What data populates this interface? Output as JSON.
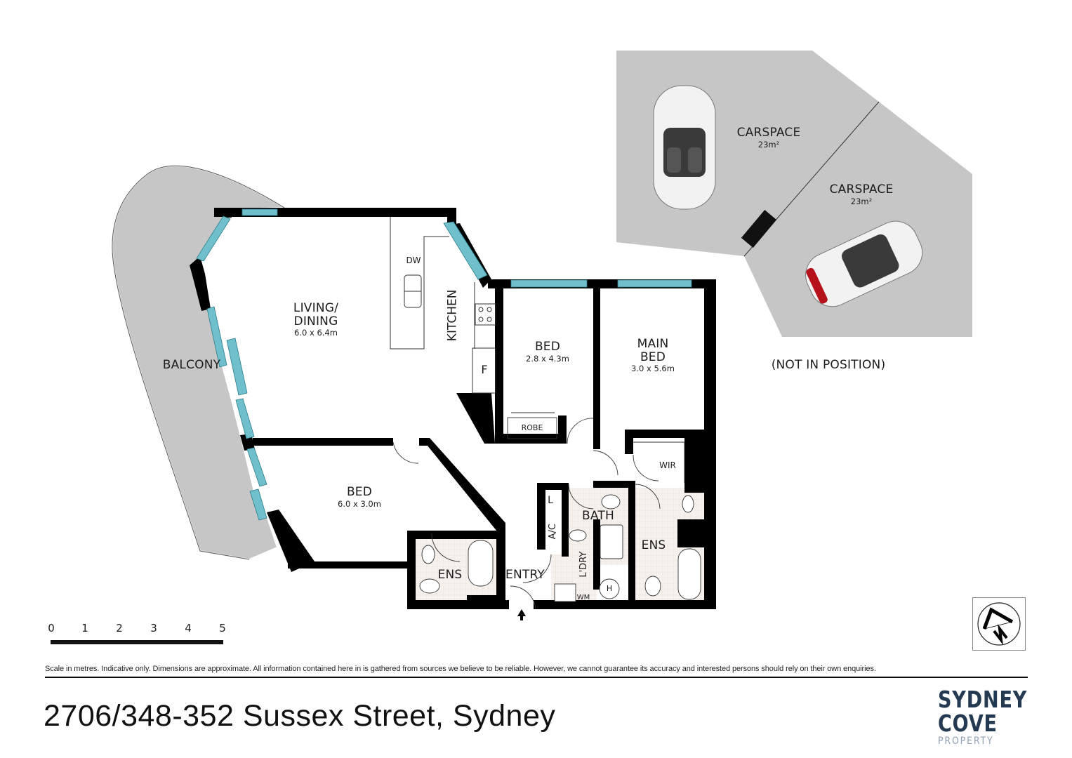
{
  "property": {
    "address": "2706/348-352 Sussex Street, Sydney"
  },
  "rooms": {
    "balcony": {
      "name": "BALCONY"
    },
    "living": {
      "name_line1": "LIVING/",
      "name_line2": "DINING",
      "dims": "6.0 x 6.4m"
    },
    "kitchen": {
      "name": "KITCHEN",
      "dishwasher": "DW",
      "fridge": "F"
    },
    "bed2": {
      "name": "BED",
      "dims": "2.8 x 4.3m",
      "robe": "ROBE"
    },
    "main_bed": {
      "name_line1": "MAIN",
      "name_line2": "BED",
      "dims": "3.0 x 5.6m",
      "wir": "WIR"
    },
    "bed3": {
      "name": "BED",
      "dims": "6.0 x 3.0m"
    },
    "ens_left": {
      "name": "ENS"
    },
    "ens_right": {
      "name": "ENS"
    },
    "bath": {
      "name": "BATH"
    },
    "laundry": {
      "name": "L'DRY",
      "washing_machine": "WM",
      "hot_water": "H"
    },
    "linen": {
      "name": "L"
    },
    "ac": {
      "name": "A/C"
    },
    "entry": {
      "name": "ENTRY"
    }
  },
  "carspaces": [
    {
      "name": "CARSPACE",
      "area": "23m²"
    },
    {
      "name": "CARSPACE",
      "area": "23m²"
    }
  ],
  "carspace_note": "(NOT IN POSITION)",
  "scale": {
    "unit": "metres",
    "ticks": [
      "0",
      "1",
      "2",
      "3",
      "4",
      "5"
    ]
  },
  "compass": {
    "icon": "north-arrow-icon"
  },
  "disclaimer": "Scale in metres. Indicative only. Dimensions are approximate. All information contained here in is gathered from sources we believe to be reliable. However, we cannot guarantee its accuracy and interested persons should rely on their own enquiries.",
  "brand": {
    "line1": "SYDNEY",
    "line2": "COVE",
    "line3": "PROPERTY",
    "primary_color": "#243a52",
    "secondary_color": "#8fa0b2"
  },
  "colors": {
    "wall": "#000000",
    "glazing": "#6fbfcc",
    "balcony_fill": "#c6c6c6",
    "carspace_fill": "#c6c6c6",
    "wet_area_tile": "#f4efe9"
  }
}
